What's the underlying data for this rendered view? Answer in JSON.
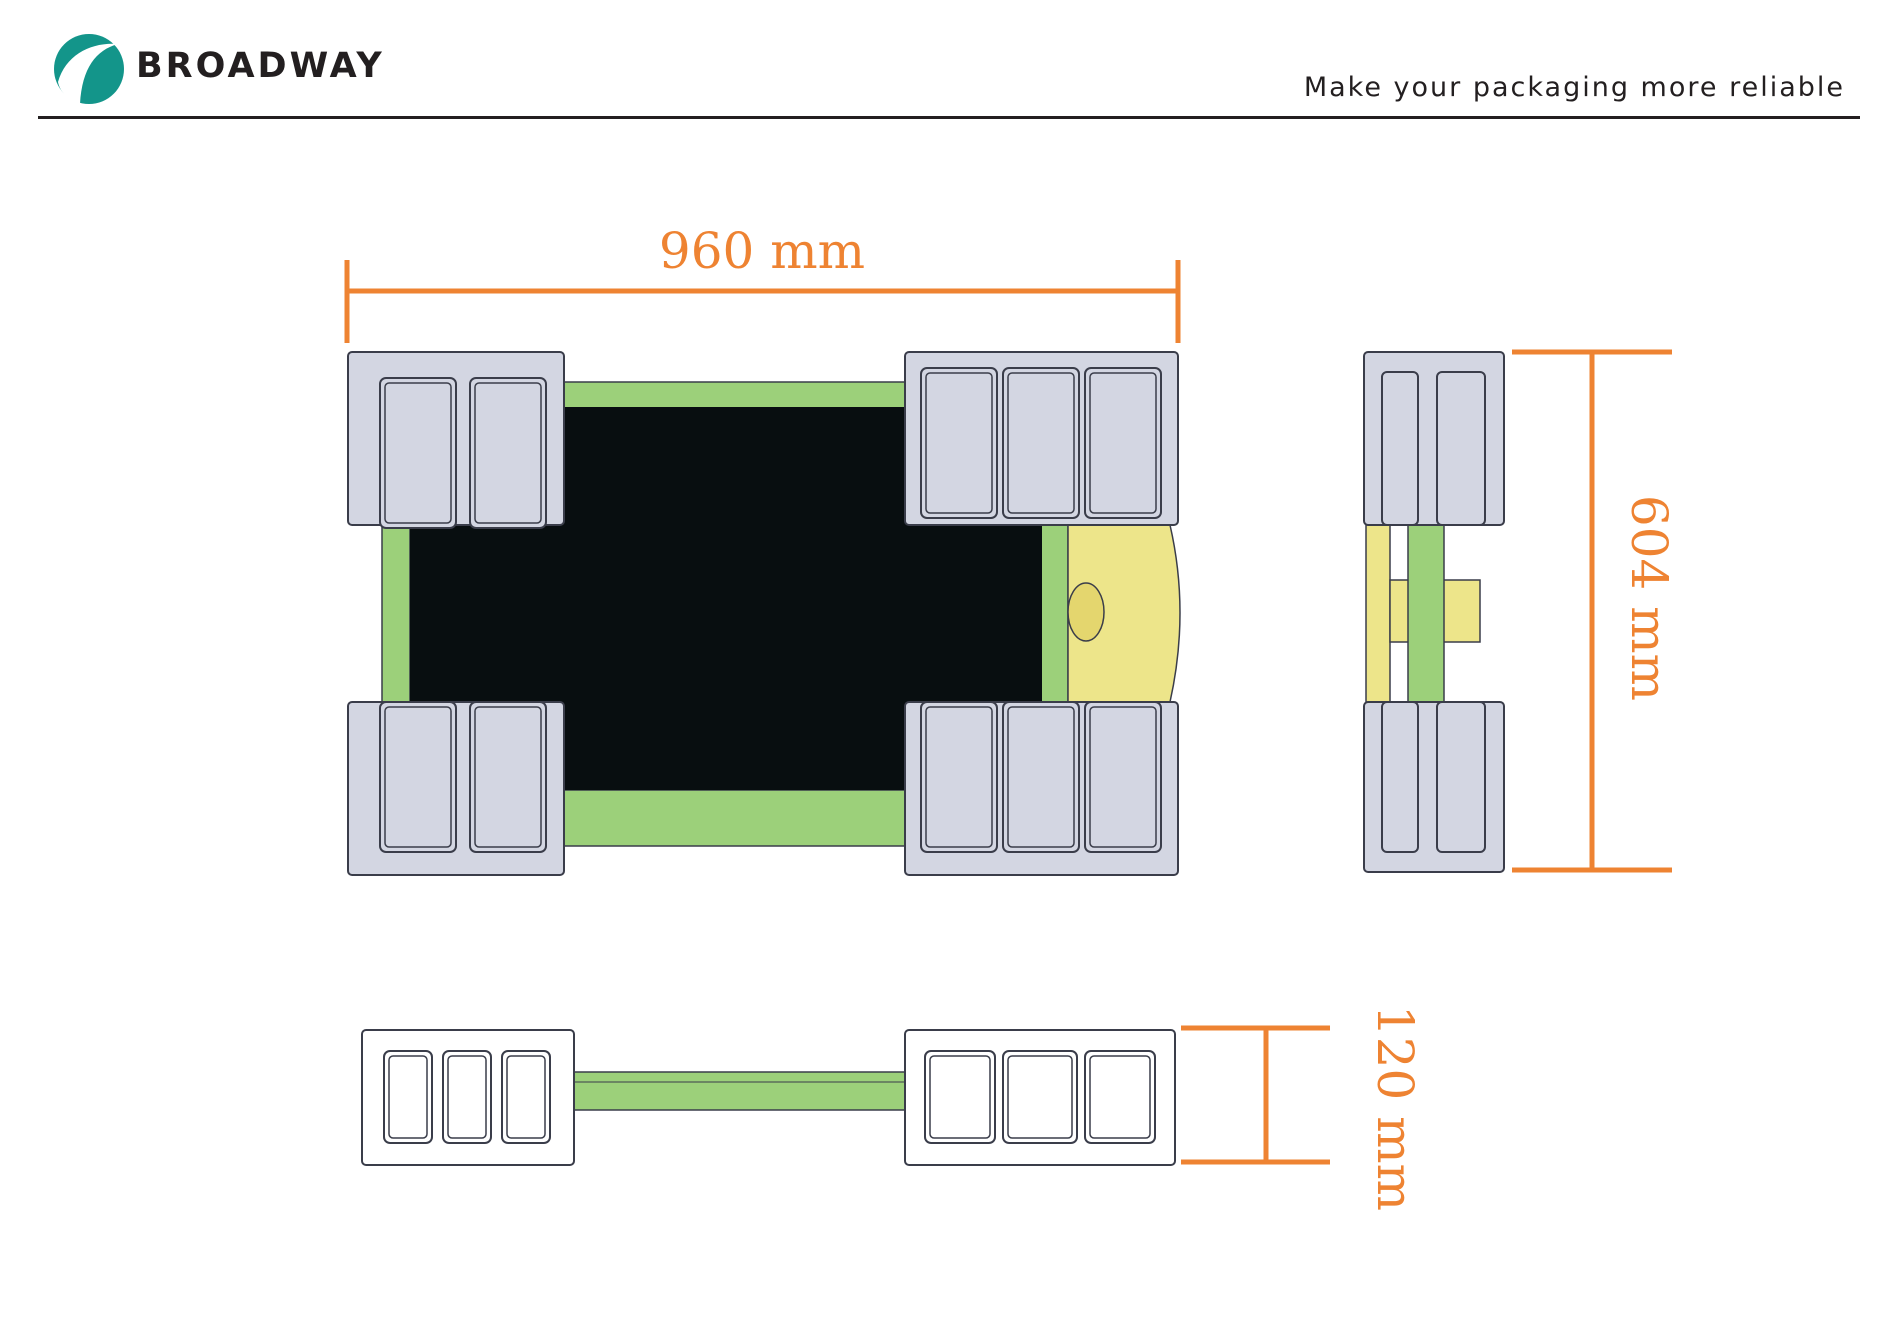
{
  "header": {
    "brand": "BROADWAY",
    "tagline": "Make your packaging more reliable"
  },
  "dimensions": {
    "length": "960 mm",
    "width": "604 mm",
    "height": "120 mm"
  },
  "colors": {
    "brand_teal": "#13958a",
    "dimension_orange": "#ee8332",
    "foam_grey": "#d3d6e2",
    "frame_green": "#9cd07a",
    "panel_black": "#080e10",
    "yellow_part": "#ede58a"
  }
}
